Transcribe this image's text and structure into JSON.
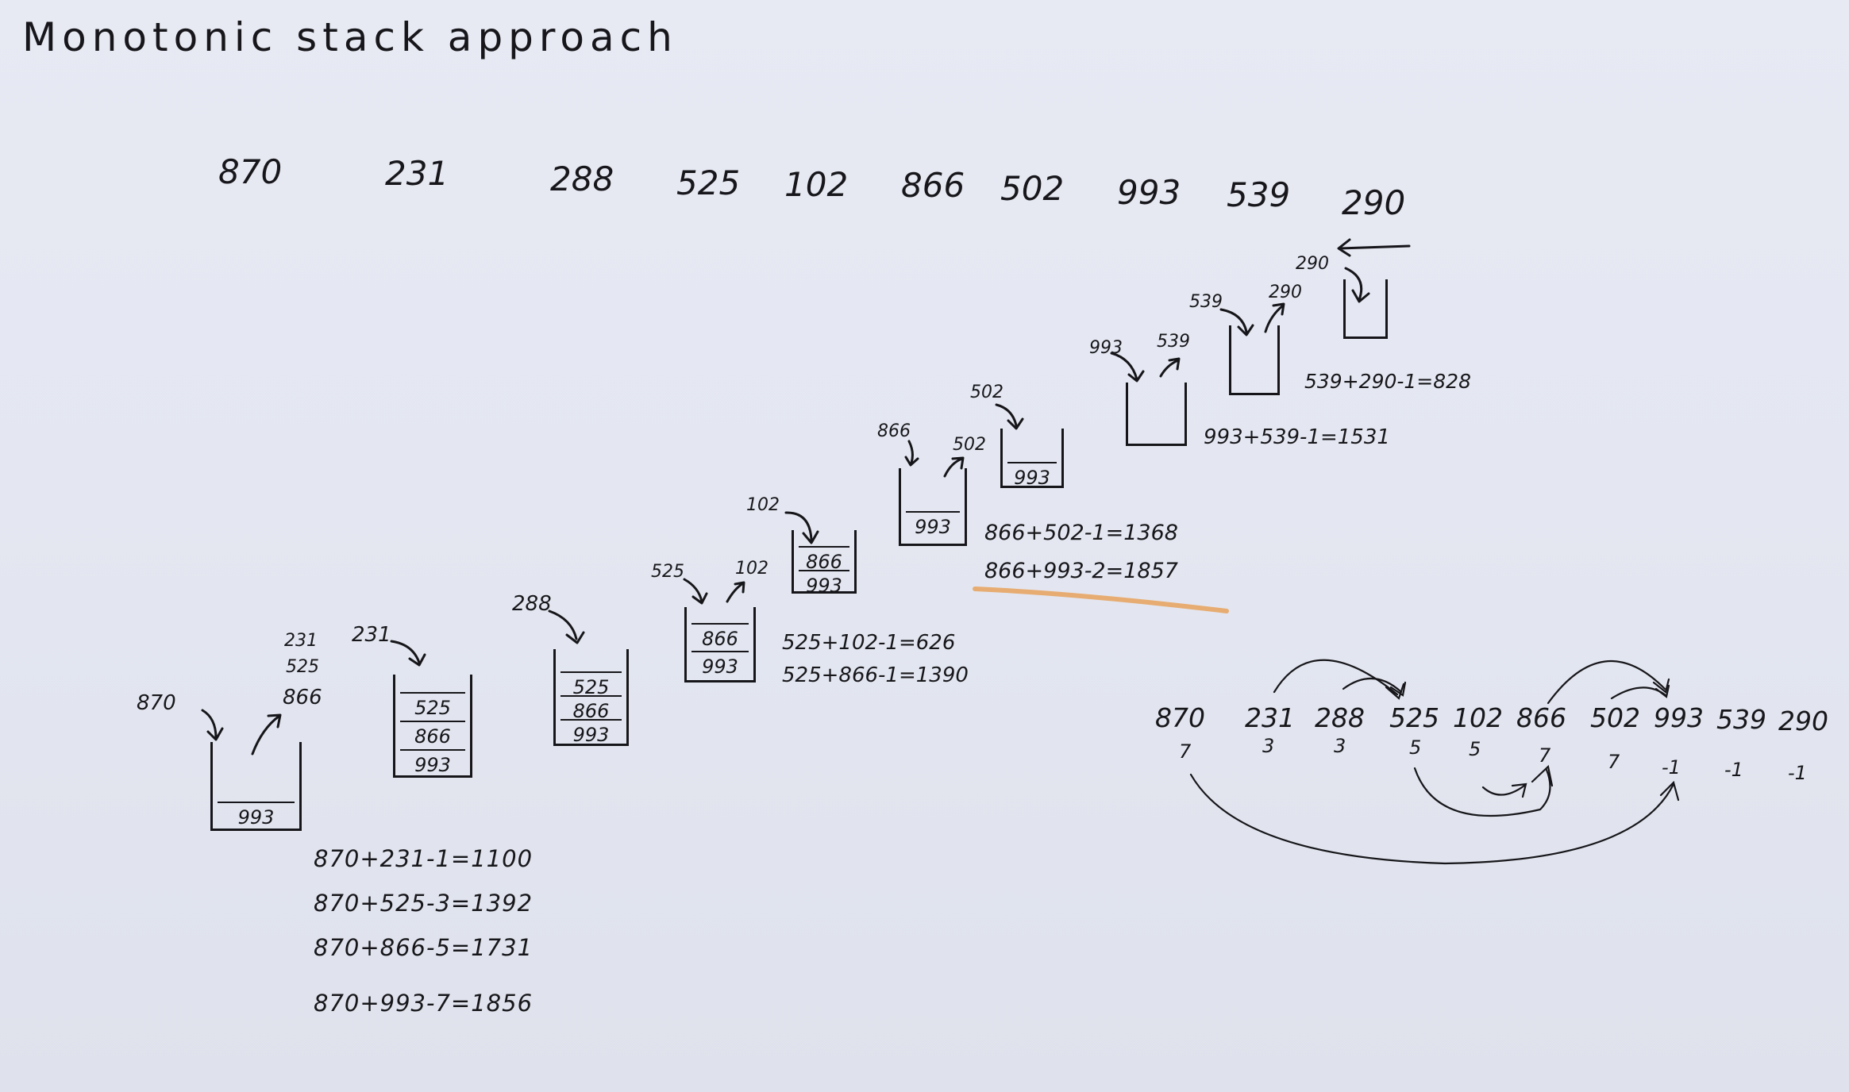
{
  "title": "Monotonic stack approach",
  "top_row": [
    "870",
    "231",
    "288",
    "525",
    "102",
    "866",
    "502",
    "993",
    "539",
    "290"
  ],
  "stack_steps": [
    {
      "incoming": "870",
      "popped": [
        "231",
        "525",
        "866"
      ],
      "stack": [
        "993"
      ]
    },
    {
      "incoming": "231",
      "stack": [
        "525",
        "866",
        "993"
      ]
    },
    {
      "incoming": "288",
      "stack": [
        "525",
        "866",
        "993"
      ]
    },
    {
      "incoming": "525",
      "popped": [
        "102"
      ],
      "stack": [
        "866",
        "993"
      ]
    },
    {
      "incoming": "102",
      "stack": [
        "866",
        "993"
      ]
    },
    {
      "incoming": "866",
      "popped": [
        "502"
      ],
      "stack": [
        "993"
      ]
    },
    {
      "incoming": "502",
      "stack": [
        "993"
      ]
    },
    {
      "incoming": "993",
      "popped": [
        "539"
      ],
      "stack": []
    },
    {
      "incoming": "539",
      "popped": [
        "290"
      ],
      "stack": []
    },
    {
      "incoming": "290",
      "stack": []
    }
  ],
  "calculations": {
    "c870_1": "870+231-1=1100",
    "c870_2": "870+525-3=1392",
    "c870_3": "870+866-5=1731",
    "c870_4": "870+993-7=1856",
    "c525_1": "525+102-1=626",
    "c525_2": "525+866-1=1390",
    "c866_1": "866+502-1=1368",
    "c866_2": "866+993-2=1857",
    "c993_1": "993+539-1=1531",
    "c539_1": "539+290-1=828"
  },
  "result_row": {
    "values": [
      "870",
      "231",
      "288",
      "525",
      "102",
      "866",
      "502",
      "993",
      "539",
      "290"
    ],
    "distances": [
      "7",
      "3",
      "3",
      "5",
      "5",
      "7",
      "7",
      "-1",
      "-1",
      "-1"
    ]
  },
  "colors": {
    "ink": "#16161a",
    "highlight": "#e8a15a",
    "board": "#e6e8f2"
  }
}
